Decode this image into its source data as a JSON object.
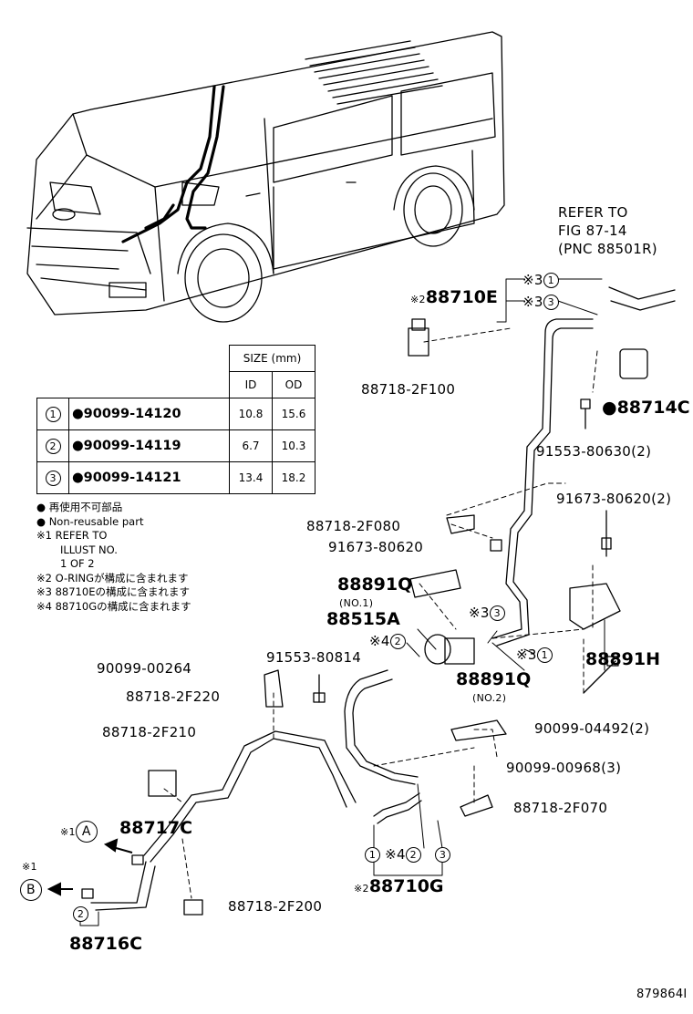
{
  "diagram": {
    "figure_id": "879864I",
    "refer": {
      "line1": "REFER TO",
      "line2": "FIG 87-14",
      "line3": "(PNC 88501R)"
    },
    "callouts": {
      "c88710E_prefix": "※2",
      "c88710E": "88710E",
      "c88710E_r1": "※3",
      "c88710E_r3": "※3",
      "c88718_2F100": "88718-2F100",
      "c88714C": "●88714C",
      "c91553_80630": "91553-80630(2)",
      "c91673_80620_2": "91673-80620(2)",
      "c88718_2F080": "88718-2F080",
      "c91673_80620": "91673-80620",
      "c88891Q_1": "88891Q",
      "c88891Q_1_sub": "(NO.1)",
      "c88515A": "88515A",
      "c88515A_mark": "※4",
      "c88891H": "88891H",
      "c88891Q_2": "88891Q",
      "c88891Q_2_sub": "(NO.2)",
      "c_r3_mid": "※3",
      "c_r1_mid": "※3",
      "c90099_04492": "90099-04492(2)",
      "c90099_00264": "90099-00264",
      "c91553_80814": "91553-80814",
      "c88718_2F220": "88718-2F220",
      "c88718_2F210": "88718-2F210",
      "c90099_00968": "90099-00968(3)",
      "c88718_2F070": "88718-2F070",
      "c88717C": "88717C",
      "c88717C_mark": "※1",
      "c88716C": "88716C",
      "cB_mark": "※1",
      "c88710G": "88710G",
      "c88710G_prefix": "※2",
      "c88710G_mark": "※4",
      "c88718_2F200": "88718-2F200"
    },
    "circle_labels": {
      "one": "1",
      "two": "2",
      "three": "3",
      "A": "A",
      "B": "B"
    },
    "table": {
      "size_header": "SIZE (mm)",
      "col_id": "ID",
      "col_od": "OD",
      "rows": [
        {
          "idx": "1",
          "part": "●90099-14120",
          "id": "10.8",
          "od": "15.6"
        },
        {
          "idx": "2",
          "part": "●90099-14119",
          "id": "6.7",
          "od": "10.3"
        },
        {
          "idx": "3",
          "part": "●90099-14121",
          "id": "13.4",
          "od": "18.2"
        }
      ]
    },
    "notes": {
      "n1": "● 再使用不可部品",
      "n2": "● Non-reusable part",
      "n3": "※1 REFER TO",
      "n4": "ILLUST NO.",
      "n5": "1 OF 2",
      "n6": "※2 O-RINGが構成に含まれます",
      "n7": "※3 88710Eの構成に含まれます",
      "n8": "※4 88710Gの構成に含まれます"
    }
  }
}
